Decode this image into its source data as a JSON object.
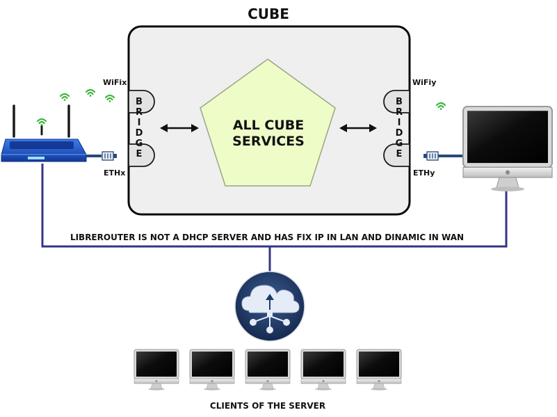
{
  "title": "CUBE",
  "center_label": [
    "ALL CUBE",
    "SERVICES"
  ],
  "bridge_text": [
    "B",
    "R",
    "I",
    "D",
    "G",
    "E"
  ],
  "ports": {
    "wifi_left": "WiFix",
    "eth_left": "ETHx",
    "wifi_right": "WiFiy",
    "eth_right": "ETHy"
  },
  "network_note": "LIBREROUTER IS NOT A DHCP SERVER AND HAS FIX IP IN LAN AND DINAMIC IN WAN",
  "clients_label": "CLIENTS OF THE SERVER",
  "colors": {
    "cube_fill": "#efefef",
    "pentagon_fill": "#eefcc8",
    "pentagon_stroke": "#9aa585",
    "network_line": "#34348a",
    "router_blue": "#1c4fc4",
    "cloud_circle": "#1e3a6a",
    "wifi_green": "#3ab83a"
  },
  "icons": [
    "router-icon",
    "wifi-signal-icon",
    "ethernet-plug-icon",
    "monitor-icon",
    "cloud-network-icon"
  ],
  "client_count": 5
}
